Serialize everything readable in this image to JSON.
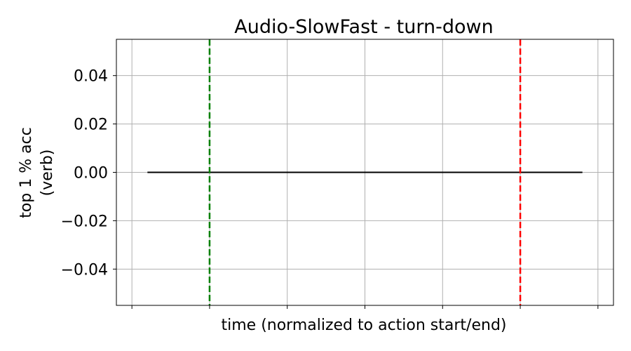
{
  "chart_data": {
    "type": "line",
    "title": "Audio-SlowFast - turn-down",
    "xlabel": "time (normalized to action start/end)",
    "ylabel_lines": [
      "top 1 % acc",
      "(verb)"
    ],
    "xlim": [
      -0.7,
      5.7
    ],
    "ylim": [
      -0.055,
      0.055
    ],
    "x_ticks": [
      -0.5,
      0.5,
      1.5,
      2.5,
      3.5,
      4.5,
      5.5
    ],
    "y_ticks": [
      -0.04,
      -0.02,
      0.0,
      0.02,
      0.04
    ],
    "y_tick_labels": [
      "−0.04",
      "−0.02",
      "0.00",
      "0.02",
      "0.04"
    ],
    "grid": true,
    "series": [
      {
        "color": "#000000",
        "x": [
          -0.3,
          0.0,
          0.5,
          1.0,
          1.5,
          2.0,
          2.5,
          3.0,
          3.5,
          4.0,
          4.5,
          5.0,
          5.3
        ],
        "y": [
          0,
          0,
          0,
          0,
          0,
          0,
          0,
          0,
          0,
          0,
          0,
          0,
          0
        ]
      }
    ],
    "vlines": [
      {
        "x": 0.5,
        "color": "#008000",
        "style": "dashed"
      },
      {
        "x": 4.5,
        "color": "#ff0000",
        "style": "dashed"
      }
    ]
  }
}
